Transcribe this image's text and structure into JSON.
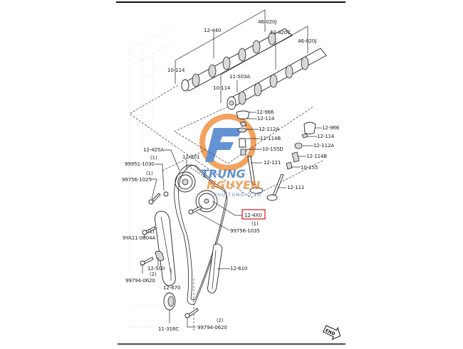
{
  "diagram": {
    "title": "Timing chain, camshafts and valve train exploded view",
    "highlighted_part": "12-4X0",
    "highlight_color": "#e0151b",
    "end_marker": "END"
  },
  "watermark": {
    "brand_part1": "TRUNG",
    "brand_part2": "NGUYEN",
    "tagline": "PHỤ TÙNG Ô TÔ",
    "color_blue": "#2f6fc4",
    "color_orange": "#f0842a"
  },
  "callouts": {
    "p46020J_a": "46-020J",
    "p12440": "12-440",
    "p12420C": "12-420C",
    "p46020J_b": "46-020J",
    "p10114_a": "10-114",
    "p11503A": "11-503A",
    "p10114_b": "10-114",
    "p12966_a": "12-966",
    "p12114_a": "12-114",
    "p12112A_a": "12-112A",
    "p12114B_a": "12-114B",
    "p10155D": "10-155D",
    "p12121": "12-121",
    "p12966_b": "12-966",
    "p12114_b": "12-114",
    "p12112A_b": "12-112A",
    "p12114B_b": "12-114B",
    "p10155": "10-155",
    "p12111": "12-111",
    "p12425A": "12-425A",
    "p12201": "12-201",
    "p99951_1030": "99951-1030",
    "q99951": "(1)",
    "p99756_1025": "99756-1025",
    "q99756a": "(1)",
    "p12_4X0": "12-4X0",
    "p99756_1035": "99756-1035",
    "q99756b": "(1)",
    "p9YA11": "9YA11-0804A",
    "q9YA11": "(1)",
    "p12500": "12-500",
    "p99794_0620a": "99794-0620",
    "q99794a": "(2)",
    "p12670": "12-670",
    "p12610": "12-610",
    "p11316C": "11-316C",
    "p99794_0620b": "99794-0620",
    "q99794b": "(2)"
  }
}
